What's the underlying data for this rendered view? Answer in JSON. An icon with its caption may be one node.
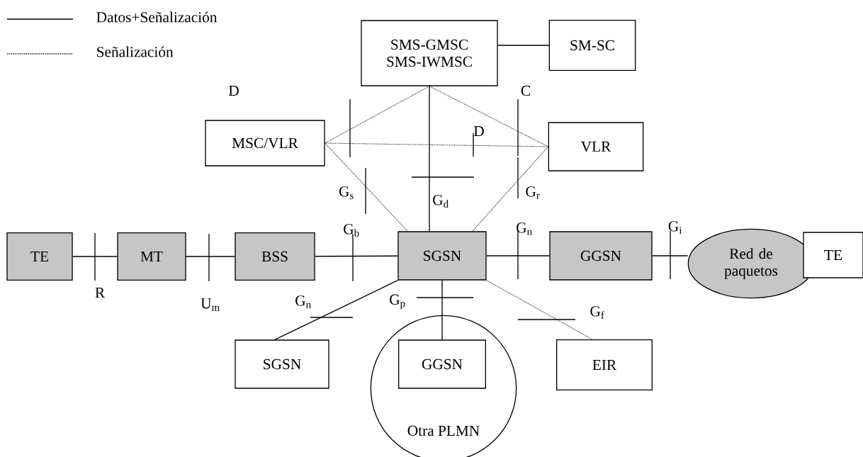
{
  "diagram": {
    "nodes": [
      {
        "text": [
          "SMS-GMSC SMS-IWMSC"
        ]
      },
      {
        "text": [
          "SM-SC"
        ]
      },
      {
        "text": [
          "MSC/VLR"
        ]
      },
      {
        "text": [
          "VLR"
        ]
      },
      {
        "text": [
          "TE"
        ]
      },
      {
        "text": [
          "MT"
        ]
      },
      {
        "text": [
          "BSS"
        ]
      },
      {
        "text": [
          "SGSN"
        ]
      },
      {
        "text": [
          "GGSN"
        ]
      },
      {
        "text": [
          "Red de paquetos"
        ]
      },
      {
        "text": [
          "TE"
        ]
      },
      {
        "text": [
          "SGSN"
        ]
      },
      {
        "text": [
          "Otra PLMN"
        ]
      },
      {
        "text": [
          "GGSN"
        ],
        "in": 12
      },
      {
        "text": [
          "EIR"
        ]
      }
    ],
    "edges": [
      {
        "from": 0,
        "to": 1,
        "arrow": "none"
      },
      {
        "from": 0,
        "to": 7,
        "arrow": "none"
      },
      {
        "from": 0,
        "to": 2,
        "arrow": "none",
        "style": "dashed"
      },
      {
        "from": 0,
        "to": 3,
        "arrow": "none",
        "style": "dashed"
      },
      {
        "from": 2,
        "to": 3,
        "arrow": "none",
        "style": "dashed"
      },
      {
        "from": 2,
        "to": 7,
        "arrow": "none",
        "style": "dashed"
      },
      {
        "from": 3,
        "to": 7,
        "arrow": "none",
        "style": "dashed"
      },
      {
        "from": 4,
        "to": 5,
        "arrow": "none"
      },
      {
        "from": 5,
        "to": 6,
        "arrow": "none"
      },
      {
        "from": 6,
        "to": 7,
        "arrow": "none"
      },
      {
        "from": 7,
        "to": 8,
        "arrow": "none"
      },
      {
        "from": 8,
        "to": 9,
        "arrow": "none"
      },
      {
        "from": 7,
        "to": 11,
        "arrow": "none"
      },
      {
        "from": 7,
        "to": 13,
        "arrow": "none"
      },
      {
        "from": 7,
        "to": 14,
        "arrow": "none",
        "style": "dashed"
      }
    ],
    "labels": [
      "D",
      "C",
      "D",
      "G$_{s}$",
      "G$_{d}$",
      "G$_{r}$",
      "G$_{b}$",
      "G$_{n}$",
      "G$_{i}$",
      "R",
      "U$_{m}$",
      "G$_{n}$",
      "G$_{p}$",
      "G$_{f}$"
    ],
    "legend": [
      {
        "text": "Datos+Señalización"
      },
      {
        "text": "Señalización"
      }
    ]
  }
}
